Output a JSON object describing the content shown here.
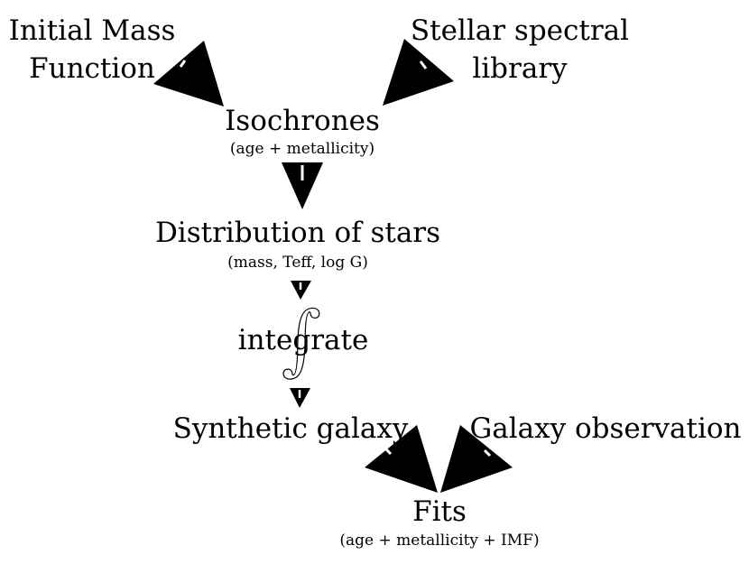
{
  "nodes": {
    "imf": {
      "line1": "Initial Mass",
      "line2": "Function"
    },
    "spectral_library": {
      "line1": "Stellar spectral",
      "line2": "library"
    },
    "isochrones": {
      "title": "Isochrones",
      "subtitle": "(age + metallicity)"
    },
    "distribution": {
      "title": "Distribution of stars",
      "subtitle": "(mass, Teff, log G)"
    },
    "integrate": {
      "label": "integrate",
      "symbol": "∫"
    },
    "synthetic_galaxy": {
      "title": "Synthetic galaxy"
    },
    "galaxy_observation": {
      "title": "Galaxy observation"
    },
    "fits": {
      "title": "Fits",
      "subtitle": "(age + metallicity + IMF)"
    }
  },
  "edges": [
    {
      "from": "imf",
      "to": "isochrones"
    },
    {
      "from": "spectral_library",
      "to": "isochrones"
    },
    {
      "from": "isochrones",
      "to": "distribution"
    },
    {
      "from": "distribution",
      "to": "integrate"
    },
    {
      "from": "integrate",
      "to": "synthetic_galaxy"
    },
    {
      "from": "synthetic_galaxy",
      "to": "fits"
    },
    {
      "from": "galaxy_observation",
      "to": "fits"
    }
  ],
  "colors": {
    "ink": "#000000",
    "background": "#ffffff"
  }
}
